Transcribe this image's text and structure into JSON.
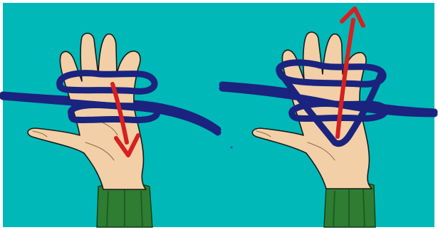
{
  "colors": {
    "background": "#00b8b8",
    "frame": "#ffffff",
    "skin": "#f2cfa6",
    "skin_outline": "#1a1a1a",
    "cord": "#1a237e",
    "cord_highlight": "#3a4aa8",
    "arrow": "#d62020",
    "sleeve": "#2e7d32",
    "sleeve_dark": "#1b5e20"
  },
  "panels": [
    {
      "id": "left",
      "arrow_direction": "down"
    },
    {
      "id": "right",
      "arrow_direction": "up"
    }
  ],
  "icons": [
    "left-hand-icon",
    "right-hand-icon",
    "down-arrow-icon",
    "up-arrow-icon"
  ]
}
